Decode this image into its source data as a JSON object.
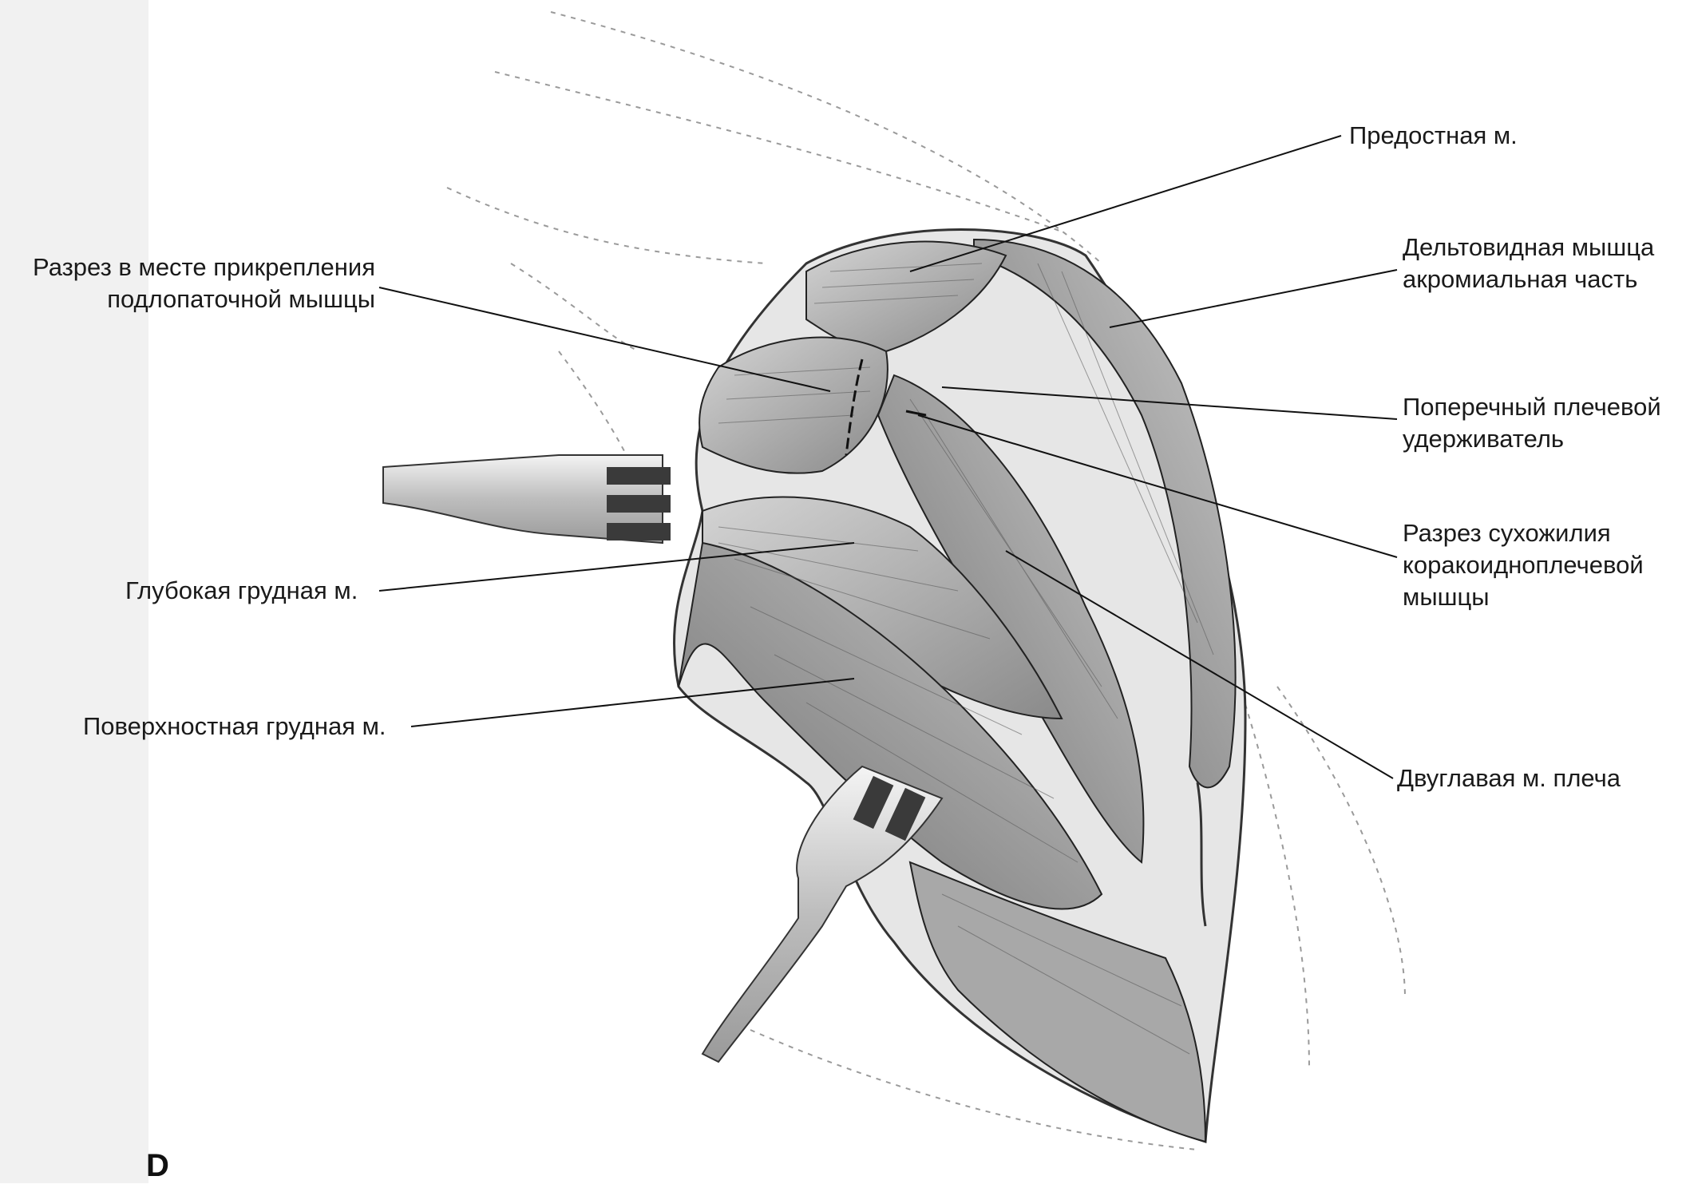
{
  "panel_letter": "D",
  "labels": {
    "supraspinatus": "Предостная м.",
    "deltoid_line1": "Дельтовидная мышца",
    "deltoid_line2": "акромиальная часть",
    "subscapularis_line1": "Разрез в месте прикрепления",
    "subscapularis_line2": "подлопаточной мышцы",
    "transverse_line1": "Поперечный плечевой",
    "transverse_line2": "удерживатель",
    "coracobrachialis_line1": "Разрез сухожилия",
    "coracobrachialis_line2": "коракоидноплечевой",
    "coracobrachialis_line3": "мышцы",
    "deep_pectoral": "Глубокая грудная м.",
    "superficial_pectoral": "Поверхностная грудная м.",
    "biceps": "Двуглавая м. плеча"
  }
}
